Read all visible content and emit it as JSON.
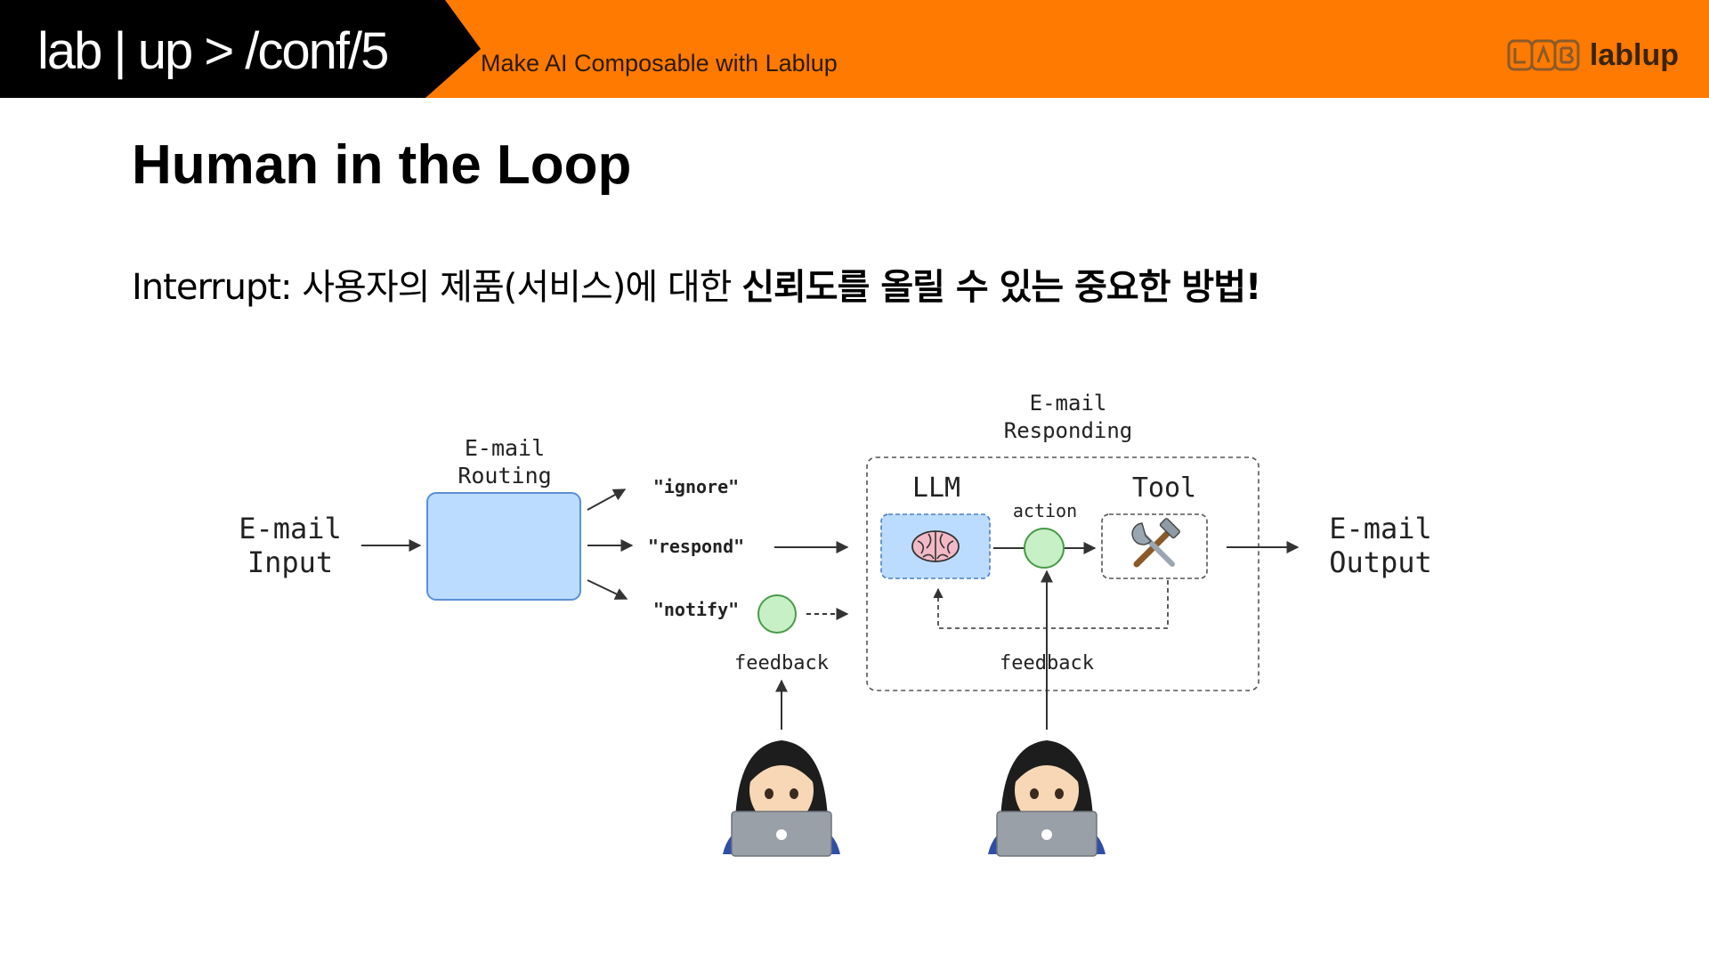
{
  "header": {
    "brand": "lab | up > /conf/5",
    "tagline": "Make AI Composable with Lablup",
    "logo_text": "lablup",
    "colors": {
      "accent": "#ff7a00",
      "dark": "#000000"
    }
  },
  "slide": {
    "title": "Human in the Loop",
    "subtitle_prefix": "Interrupt: 사용자의 제품(서비스)에 대한 ",
    "subtitle_bold": "신뢰도를 올릴 수 있는 중요한 방법!"
  },
  "diagram": {
    "input_label_1": "E-mail",
    "input_label_2": "Input",
    "routing_label_1": "E-mail",
    "routing_label_2": "Routing",
    "route_ignore": "\"ignore\"",
    "route_respond": "\"respond\"",
    "route_notify": "\"notify\"",
    "responding_label_1": "E-mail",
    "responding_label_2": "Responding",
    "llm_label": "LLM",
    "tool_label": "Tool",
    "action_label": "action",
    "feedback_left": "feedback",
    "feedback_right": "feedback",
    "output_label_1": "E-mail",
    "output_label_2": "Output",
    "colors": {
      "box_fill": "#bcdcff",
      "box_stroke": "#5b8fd6",
      "node_fill": "#c7f0c6",
      "node_stroke": "#4a9a4a"
    },
    "icons": [
      "brain-icon",
      "tools-icon",
      "person-at-laptop-icon"
    ]
  }
}
